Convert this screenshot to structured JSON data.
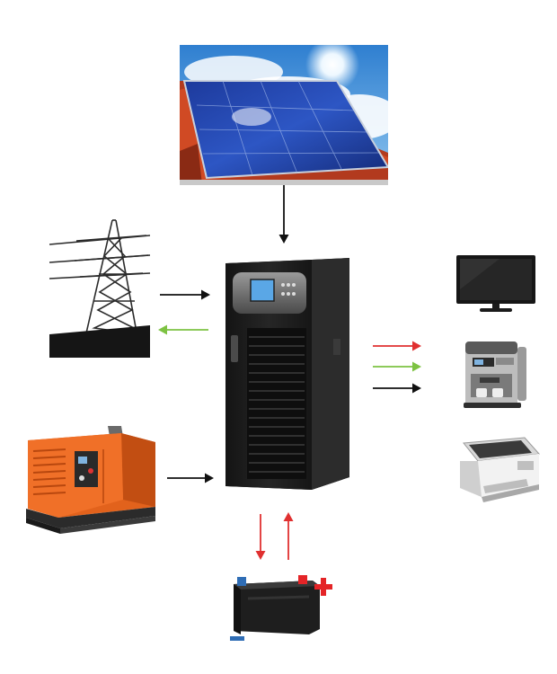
{
  "diagram": {
    "nodes": [
      {
        "id": "solar",
        "icon": "solar-panel-icon"
      },
      {
        "id": "grid",
        "icon": "power-pylon-icon"
      },
      {
        "id": "generator",
        "icon": "diesel-generator-icon"
      },
      {
        "id": "inverter",
        "icon": "inverter-cabinet-icon"
      },
      {
        "id": "battery",
        "icon": "battery-icon"
      },
      {
        "id": "tv",
        "icon": "television-icon"
      },
      {
        "id": "coffee",
        "icon": "coffee-machine-icon"
      },
      {
        "id": "printer",
        "icon": "printer-icon"
      }
    ],
    "flows": [
      {
        "from": "solar",
        "to": "inverter",
        "color": "#111111"
      },
      {
        "from": "grid",
        "to": "inverter",
        "color": "#111111"
      },
      {
        "from": "inverter",
        "to": "grid",
        "color": "#7dc242"
      },
      {
        "from": "generator",
        "to": "inverter",
        "color": "#111111"
      },
      {
        "from": "inverter",
        "to": "battery",
        "color": "#e03030"
      },
      {
        "from": "battery",
        "to": "inverter",
        "color": "#e03030"
      },
      {
        "from": "inverter",
        "to": "loads",
        "color": "#e03030"
      },
      {
        "from": "inverter",
        "to": "loads",
        "color": "#7dc242"
      },
      {
        "from": "inverter",
        "to": "loads",
        "color": "#111111"
      }
    ],
    "battery_polarity": {
      "positive": "+",
      "negative": "−"
    },
    "colors": {
      "red": "#e03030",
      "green": "#7dc242",
      "black": "#111111",
      "inverter_body": "#1c1c1c",
      "positive_terminal": "#e42427",
      "negative_terminal": "#2f6db5"
    }
  }
}
